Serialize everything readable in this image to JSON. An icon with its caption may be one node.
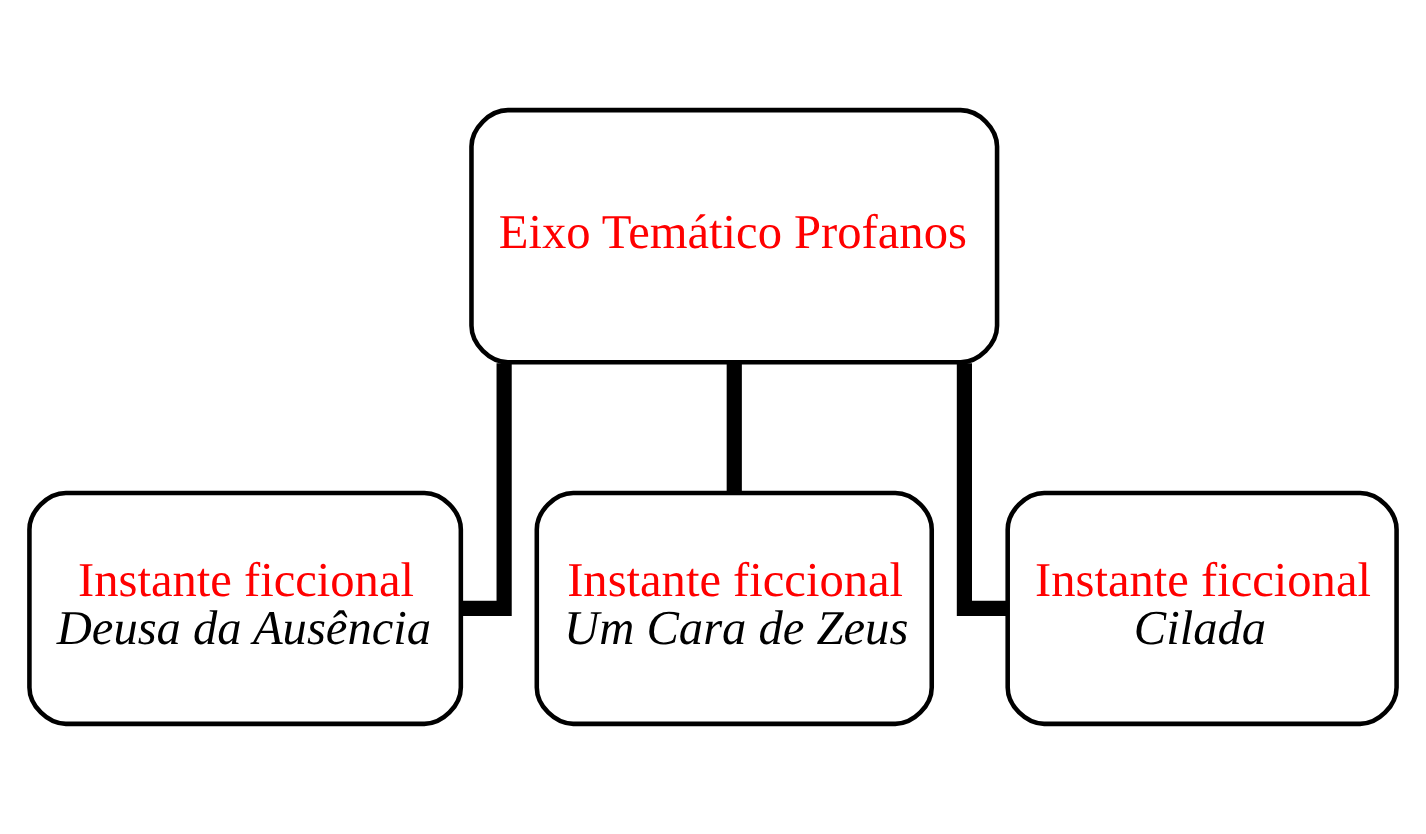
{
  "diagram": {
    "nodes": [
      {
        "text": [
          "Eixo Temático Profanos"
        ]
      },
      {
        "text": [
          "Instante ficcional",
          "Deusa da Ausência"
        ]
      },
      {
        "text": [
          "Instante ficcional",
          "Um Cara de Zeus"
        ]
      },
      {
        "text": [
          "Instante ficcional",
          "Cilada"
        ]
      }
    ],
    "edges": [
      {
        "from": 0,
        "to": 1,
        "arrow": "none"
      },
      {
        "from": 0,
        "to": 2,
        "arrow": "none"
      },
      {
        "from": 0,
        "to": 3,
        "arrow": "none"
      }
    ]
  }
}
